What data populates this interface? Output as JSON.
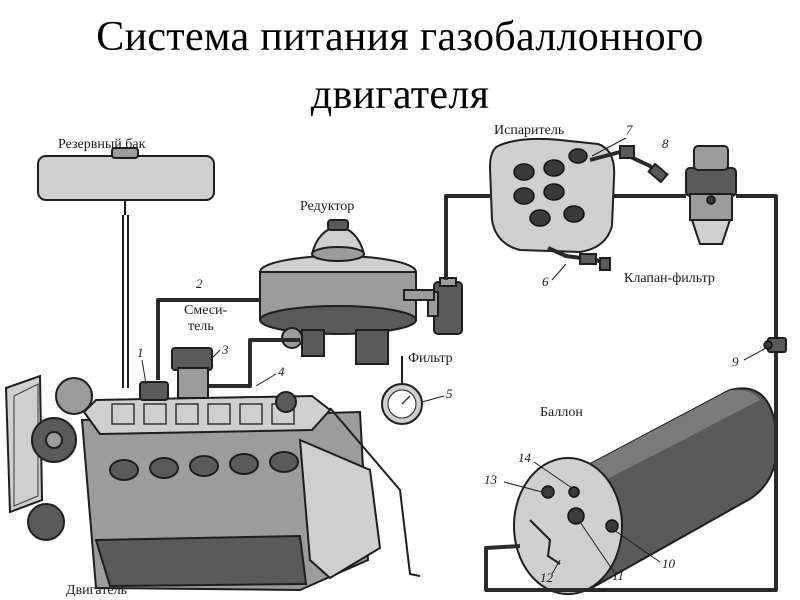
{
  "title": {
    "line1": "Система питания газобаллонного",
    "line2": "двигателя"
  },
  "labels": {
    "reserve_tank": "Резервный бак",
    "reducer": "Редуктор",
    "evaporator": "Испаритель",
    "valve_filter": "Клапан-фильтр",
    "mixer_line1": "Смеси-",
    "mixer_line2": "тель",
    "filter": "Фильтр",
    "cylinder": "Баллон",
    "engine": "Двигатель"
  },
  "callouts": {
    "n1": "1",
    "n2": "2",
    "n3": "3",
    "n4": "4",
    "n5": "5",
    "n6": "6",
    "n7": "7",
    "n8": "8",
    "n9": "9",
    "n10": "10",
    "n11": "11",
    "n12": "12",
    "n13": "13",
    "n14": "14"
  },
  "colors": {
    "background": "#ffffff",
    "ink": "#1e1e1e",
    "metal": "#9c9c9c"
  }
}
